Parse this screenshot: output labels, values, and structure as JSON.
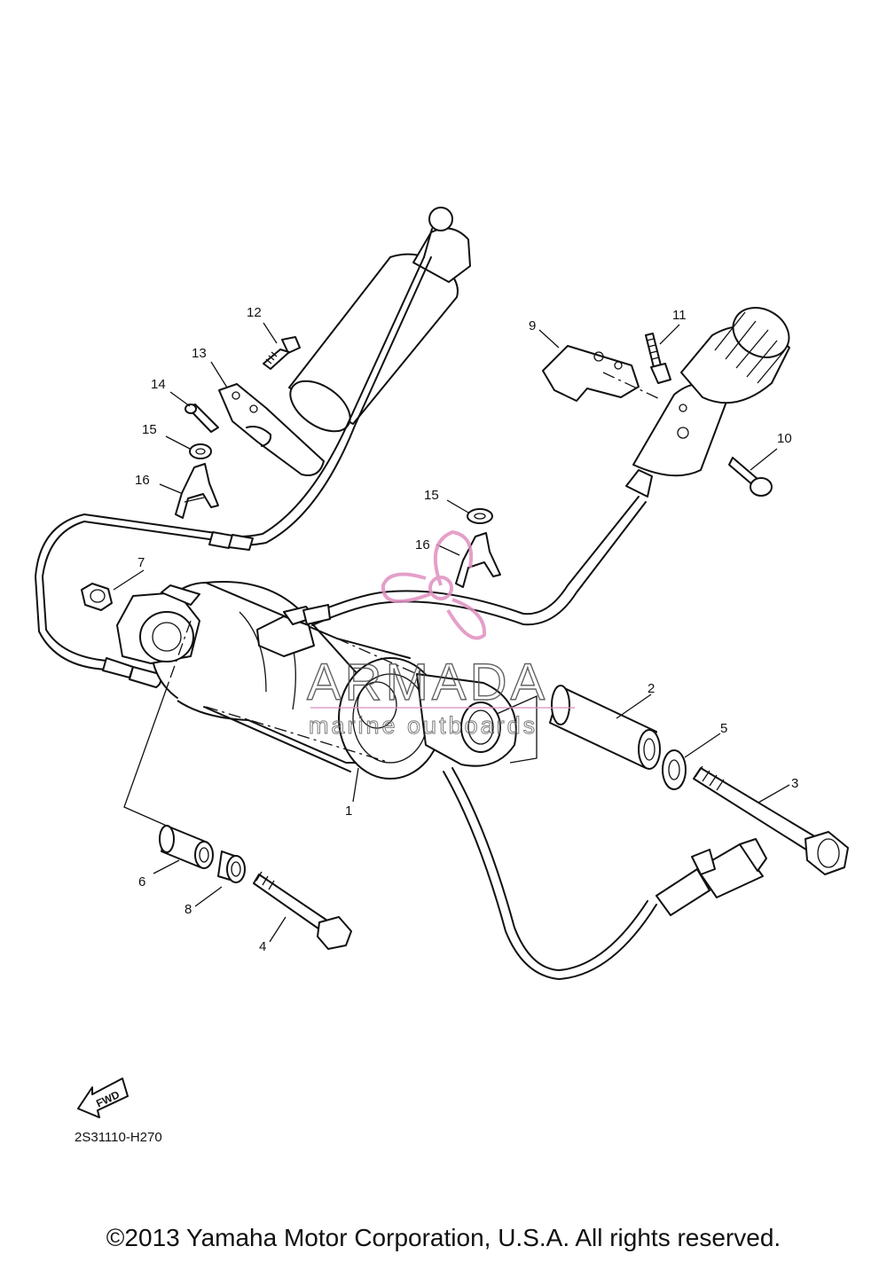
{
  "diagram": {
    "code": "2S31110-H270",
    "copyright": "©2013 Yamaha Motor Corporation, U.S.A. All rights reserved.",
    "fwd_label": "FWD",
    "watermark": {
      "brand": "ARMADA",
      "tagline": "marine outboards",
      "color": "#e08fc0"
    },
    "callouts": [
      "1",
      "2",
      "3",
      "4",
      "5",
      "6",
      "7",
      "8",
      "9",
      "10",
      "11",
      "12",
      "13",
      "14",
      "15",
      "16",
      "15",
      "16"
    ]
  }
}
